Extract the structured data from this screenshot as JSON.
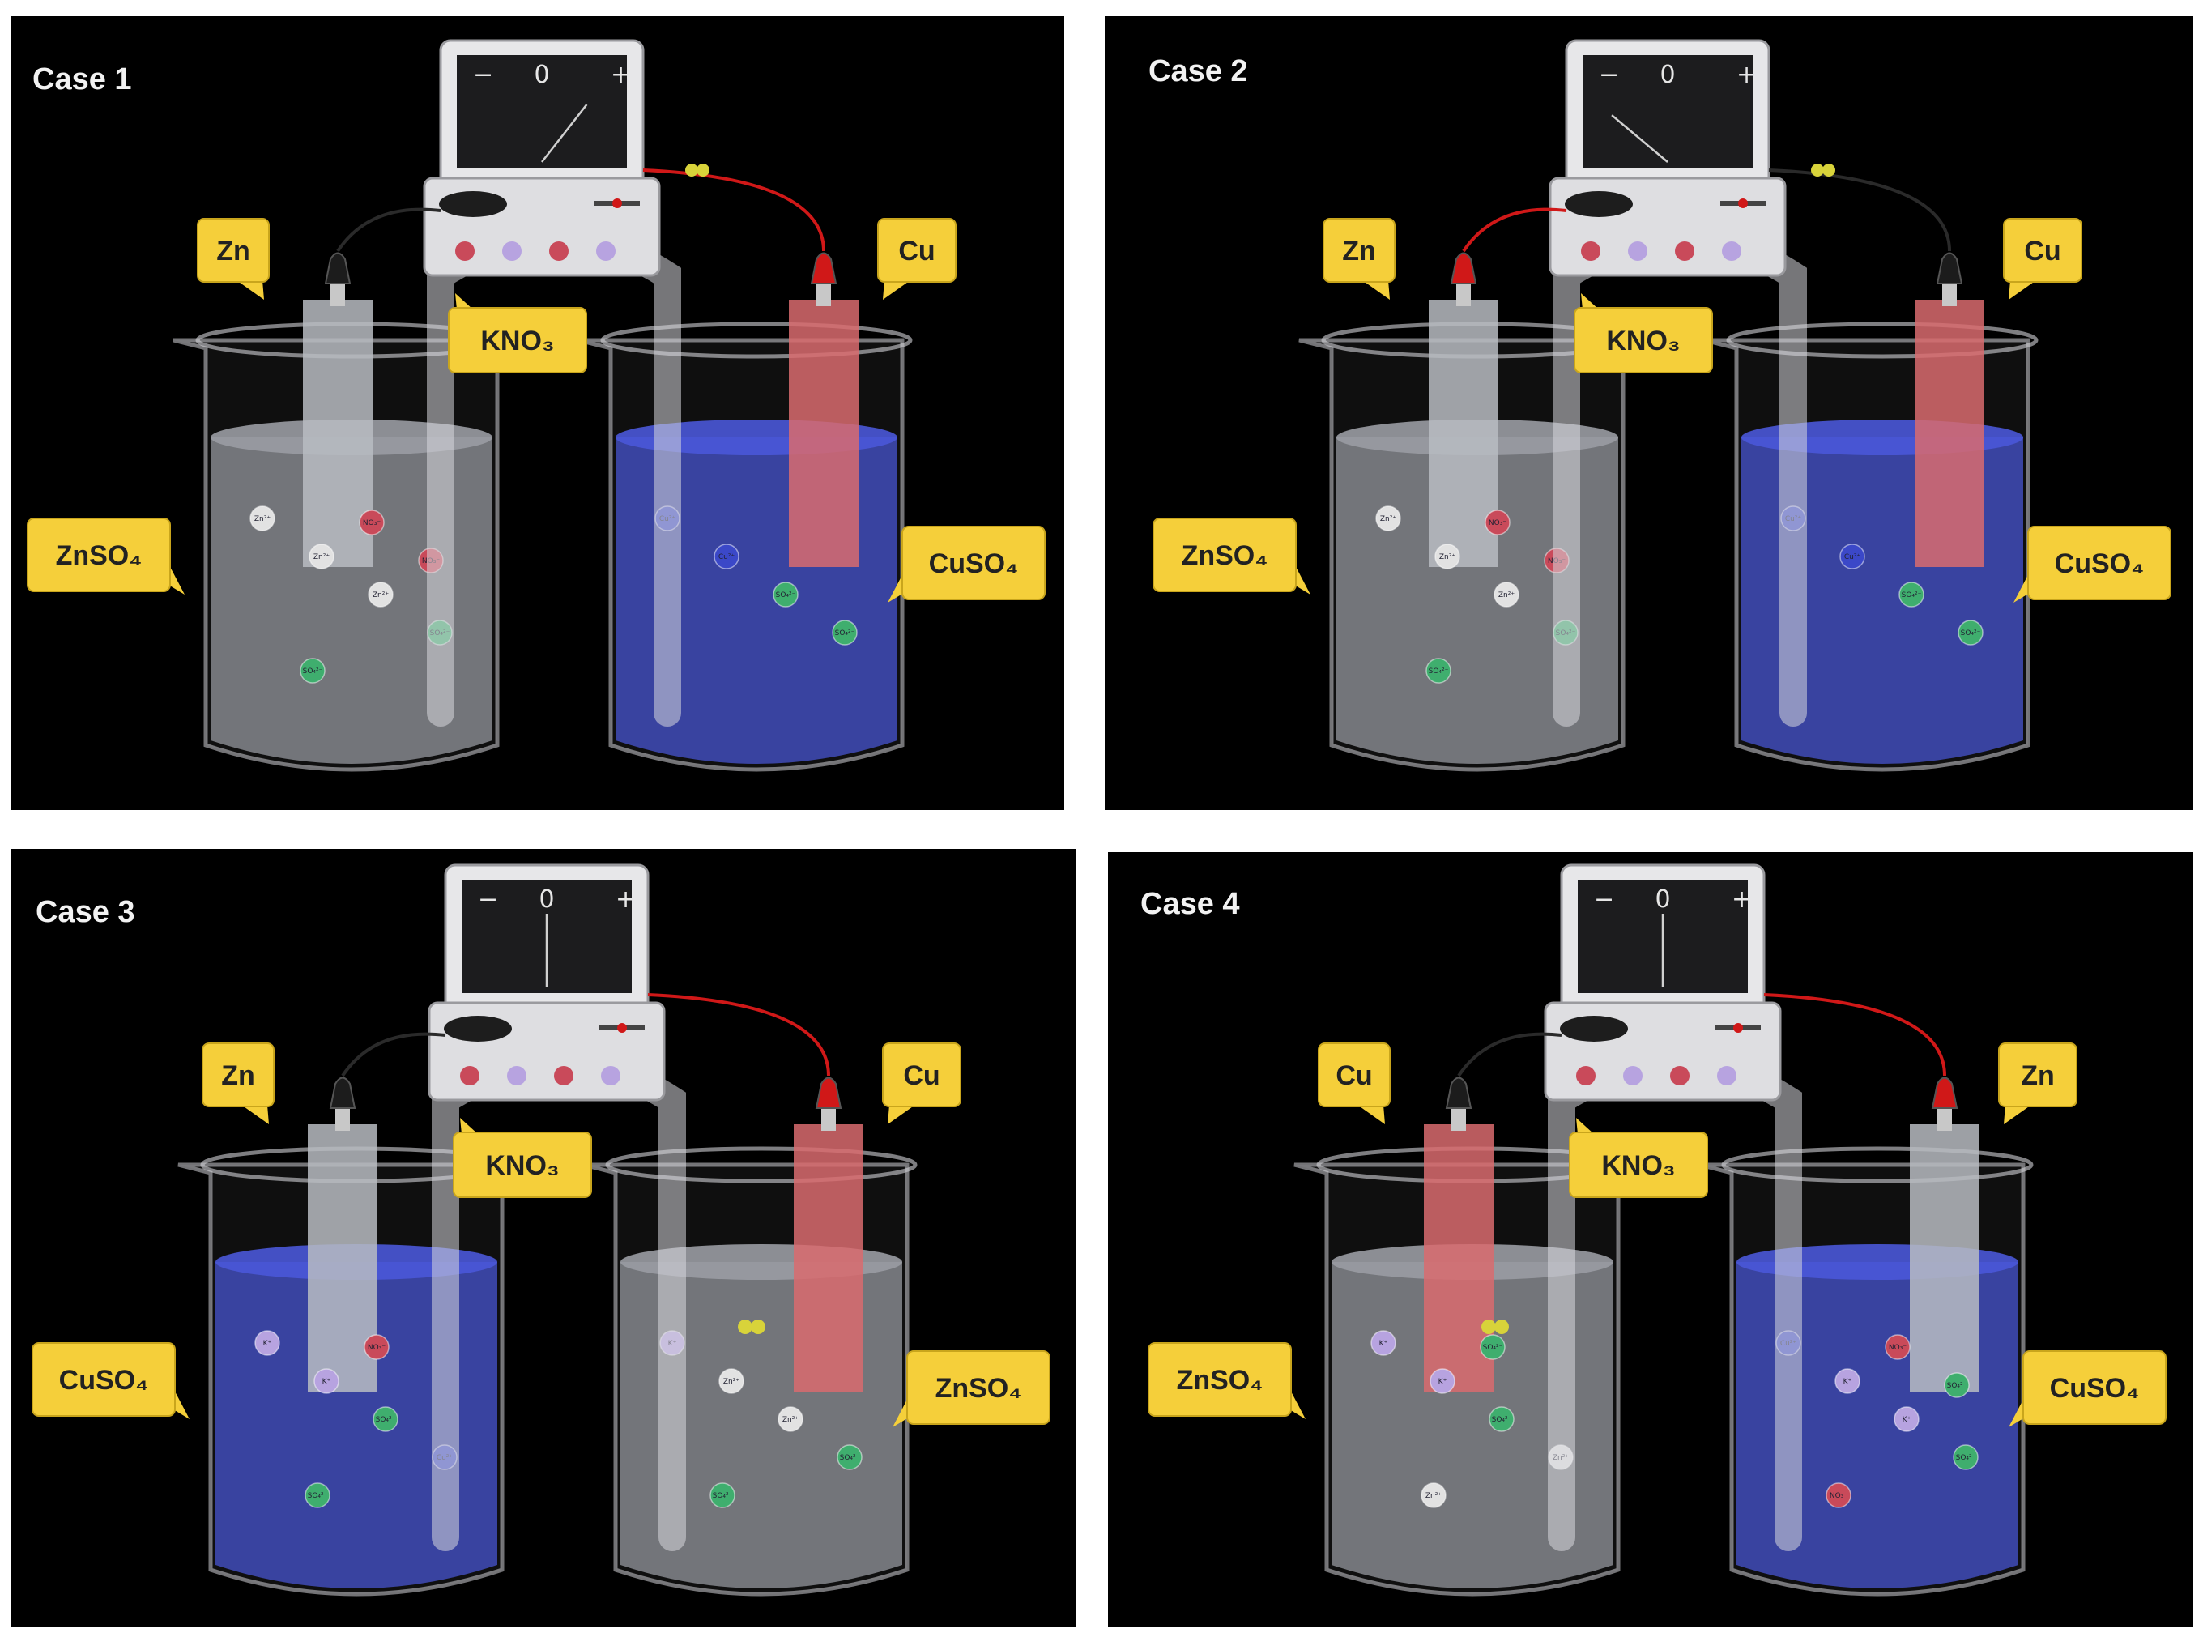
{
  "colors": {
    "background": "#000000",
    "callout": "#f5cf3a",
    "zinc_electrode": "#b9bcc2",
    "copper_electrode": "#d96b6e",
    "znso4_solution": "#9a9ca3",
    "cuso4_solution": "#4a58d8",
    "red_wire": "#d01818",
    "black_wire": "#2a2a2a",
    "electron": "#d8d33a"
  },
  "cases": [
    {
      "title": "Case 1",
      "salt_bridge_label": "KNO₃",
      "meter": {
        "minus": "−",
        "zero": "0",
        "plus": "+",
        "needle": "right"
      },
      "left_beaker": {
        "electrode": "Zn",
        "solution": "ZnSO₄",
        "solution_color": "grey",
        "clip": "black"
      },
      "right_beaker": {
        "electrode": "Cu",
        "solution": "CuSO₄",
        "solution_color": "blue",
        "clip": "red"
      },
      "electrons_on_wire": true,
      "ions": {
        "left": [
          "Zn²⁺",
          "Zn²⁺",
          "Zn²⁺",
          "SO₄²⁻",
          "SO₄²⁻",
          "NO₃⁻",
          "NO₃⁻"
        ],
        "right": [
          "Cu²⁺",
          "Cu²⁺",
          "SO₄²⁻",
          "SO₄²⁻"
        ]
      }
    },
    {
      "title": "Case 2",
      "salt_bridge_label": "KNO₃",
      "meter": {
        "minus": "−",
        "zero": "0",
        "plus": "+",
        "needle": "left"
      },
      "left_beaker": {
        "electrode": "Zn",
        "solution": "ZnSO₄",
        "solution_color": "grey",
        "clip": "red"
      },
      "right_beaker": {
        "electrode": "Cu",
        "solution": "CuSO₄",
        "solution_color": "blue",
        "clip": "black"
      },
      "electrons_on_wire": true,
      "ions": {
        "left": [
          "Zn²⁺",
          "Zn²⁺",
          "Zn²⁺",
          "SO₄²⁻",
          "SO₄²⁻",
          "NO₃⁻",
          "NO₃⁻"
        ],
        "right": [
          "Cu²⁺",
          "Cu²⁺",
          "SO₄²⁻",
          "SO₄²⁻"
        ]
      }
    },
    {
      "title": "Case 3",
      "salt_bridge_label": "KNO₃",
      "meter": {
        "minus": "−",
        "zero": "0",
        "plus": "+",
        "needle": "center"
      },
      "left_beaker": {
        "electrode": "Zn",
        "solution": "CuSO₄",
        "solution_color": "blue",
        "clip": "black"
      },
      "right_beaker": {
        "electrode": "Cu",
        "solution": "ZnSO₄",
        "solution_color": "grey",
        "clip": "red"
      },
      "electrons_in_beaker": true,
      "ions": {
        "left": [
          "K⁺",
          "K⁺",
          "SO₄²⁻",
          "Cu²⁺",
          "SO₄²⁻",
          "NO₃⁻"
        ],
        "right": [
          "K⁺",
          "Zn²⁺",
          "Zn²⁺",
          "SO₄²⁻",
          "SO₄²⁻"
        ]
      }
    },
    {
      "title": "Case 4",
      "salt_bridge_label": "KNO₃",
      "meter": {
        "minus": "−",
        "zero": "0",
        "plus": "+",
        "needle": "center"
      },
      "left_beaker": {
        "electrode": "Cu",
        "solution": "ZnSO₄",
        "solution_color": "grey",
        "clip": "black"
      },
      "right_beaker": {
        "electrode": "Zn",
        "solution": "CuSO₄",
        "solution_color": "blue",
        "clip": "red"
      },
      "electrons_in_beaker": true,
      "ions": {
        "left": [
          "K⁺",
          "K⁺",
          "SO₄²⁻",
          "Zn²⁺",
          "Zn²⁺",
          "SO₄²⁻"
        ],
        "right": [
          "Cu²⁺",
          "K⁺",
          "K⁺",
          "SO₄²⁻",
          "NO₃⁻",
          "NO₃⁻",
          "SO₄²⁻"
        ]
      }
    }
  ]
}
